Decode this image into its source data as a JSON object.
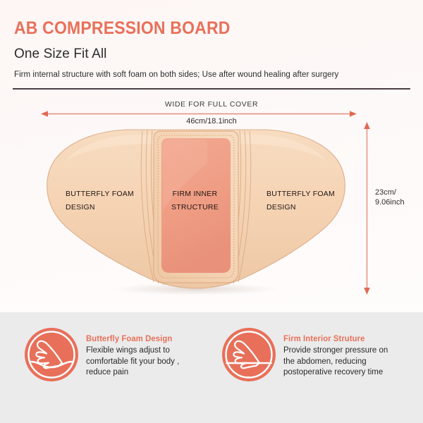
{
  "colors": {
    "accent": "#e8705a",
    "hero_background": "#fdf8f6",
    "feature_background": "#ebebeb",
    "divider": "#4a3f44",
    "foam_beige": "#f4d3b4",
    "inner_panel": "#ef9d84",
    "text_dark": "#2b2b2b"
  },
  "header": {
    "title": "AB COMPRESSION BOARD",
    "subtitle": "One Size Fit All",
    "description": "Firm internal structure with soft foam on both sides; Use after wound healing after surgery"
  },
  "dimensions": {
    "width_caption": "WIDE FOR FULL COVER",
    "width_value": "46cm/18.1inch",
    "height_value_line1": "23cm/",
    "height_value_line2": "9.06inch"
  },
  "product": {
    "labels": [
      {
        "line1": "BUTTERFLY FOAM",
        "line2": "DESIGN"
      },
      {
        "line1": "FIRM INNER",
        "line2": "STRUCTURE"
      },
      {
        "line1": "BUTTERFLY FOAM",
        "line2": "DESIGN"
      }
    ]
  },
  "features": [
    {
      "icon": "hand-pressing-soft-surface-icon",
      "title": "Butterfly Foam Design",
      "body_lines": [
        "Flexible wings adjust to",
        "comfortable fit your body ,",
        "reduce pain"
      ]
    },
    {
      "icon": "hand-pressing-firm-surface-icon",
      "title": "Firm Interior Struture",
      "body_lines": [
        "Provide stronger pressure on",
        "the abdomen, reducing",
        "postoperative recovery time"
      ]
    }
  ]
}
